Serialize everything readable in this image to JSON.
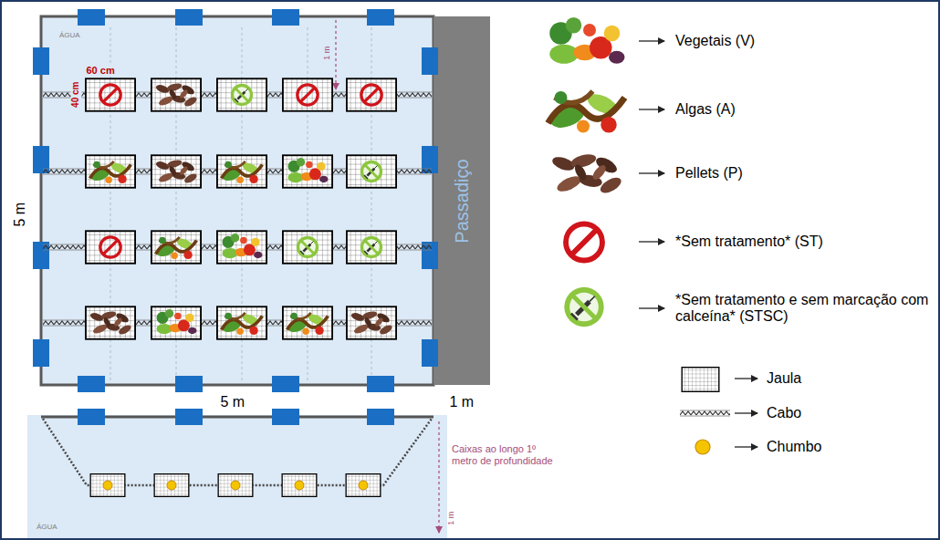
{
  "diagram": {
    "nodes": [
      {
        "text": [
          "ÁGUA"
        ]
      },
      {
        "text": [
          "Passadiço"
        ]
      },
      {
        "text": [
          "ÁGUA"
        ]
      }
    ],
    "labels": [
      "1 m",
      "60 cm",
      "40 cm",
      "5 m",
      "5 m",
      "1 m",
      "Caixas ao longo 1º metro de profundidade",
      "1 m"
    ],
    "legend": [
      {
        "text": "Vegetais (V)"
      },
      {
        "text": "Algas (A)"
      },
      {
        "text": "Pellets (P)"
      },
      {
        "text": "*Sem tratamento* (ST)"
      },
      {
        "text": "*Sem tratamento e sem marcação com calceína* (STSC)"
      },
      {
        "text": "Jaula"
      },
      {
        "text": "Cabo"
      },
      {
        "text": "Chumbo"
      }
    ]
  }
}
